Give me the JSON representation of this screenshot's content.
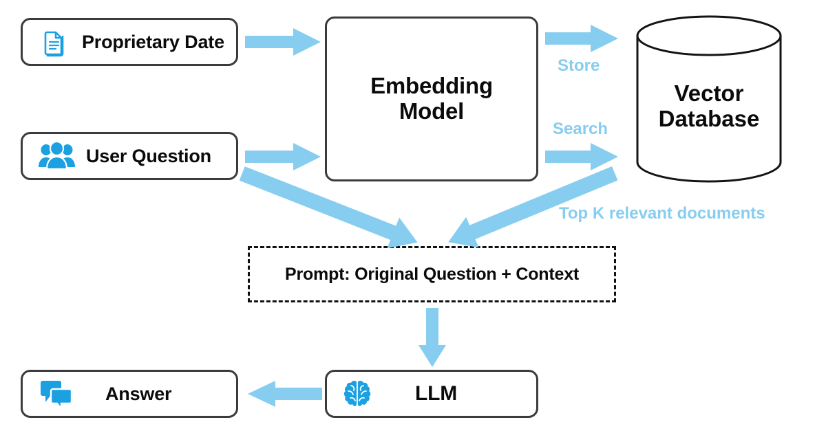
{
  "diagram": {
    "title": "RAG pipeline flow diagram",
    "colors": {
      "arrow_blue": "#86cdf0",
      "label_blue": "#86cdf0",
      "icon_blue": "#1ba0e2",
      "outline_dark": "#3b3b3f",
      "text_black": "#0b0b0b",
      "background": "#ffffff"
    },
    "nodes": {
      "proprietary_data": {
        "label": "Proprietary Date",
        "icon": "documents-icon"
      },
      "user_question": {
        "label": "User Question",
        "icon": "users-icon"
      },
      "embedding_model": {
        "label_line1": "Embedding",
        "label_line2": "Model"
      },
      "vector_database": {
        "label_line1": "Vector",
        "label_line2": "Database",
        "shape": "cylinder"
      },
      "prompt": {
        "label": "Prompt: Original Question + Context",
        "border": "dashed"
      },
      "llm": {
        "label": "LLM",
        "icon": "brain-icon"
      },
      "answer": {
        "label": "Answer",
        "icon": "chat-bubbles-icon"
      }
    },
    "edge_labels": {
      "store": "Store",
      "search": "Search",
      "top_k": "Top K relevant documents"
    },
    "arrows": [
      {
        "name": "data-to-embedding",
        "direction": "right"
      },
      {
        "name": "question-to-embedding",
        "direction": "right"
      },
      {
        "name": "embedding-to-vectordb-store",
        "direction": "right"
      },
      {
        "name": "embedding-to-vectordb-search",
        "direction": "right"
      },
      {
        "name": "question-to-prompt",
        "direction": "down-right"
      },
      {
        "name": "vectordb-to-prompt",
        "direction": "down-left"
      },
      {
        "name": "prompt-to-llm",
        "direction": "down"
      },
      {
        "name": "llm-to-answer",
        "direction": "left"
      }
    ]
  }
}
